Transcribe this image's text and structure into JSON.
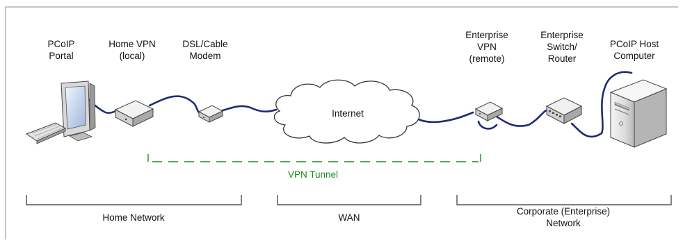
{
  "devices": {
    "pcoip_portal": [
      "PCoIP",
      "Portal"
    ],
    "home_vpn": [
      "Home VPN",
      "(local)"
    ],
    "modem": [
      "DSL/Cable",
      "Modem"
    ],
    "internet": "Internet",
    "enterprise_vpn": [
      "Enterprise",
      "VPN",
      "(remote)"
    ],
    "switch_router": [
      "Enterprise",
      "Switch/",
      "Router"
    ],
    "host": [
      "PCoIP Host",
      "Computer"
    ]
  },
  "tunnel_label": "VPN Tunnel",
  "sections": {
    "home": "Home Network",
    "wan": "WAN",
    "corporate": [
      "Corporate (Enterprise)",
      "Network"
    ]
  },
  "colors": {
    "cable": "#1e2a78",
    "tunnel": "#1b8a1b",
    "bracket": "#333333",
    "border": "#888888"
  }
}
